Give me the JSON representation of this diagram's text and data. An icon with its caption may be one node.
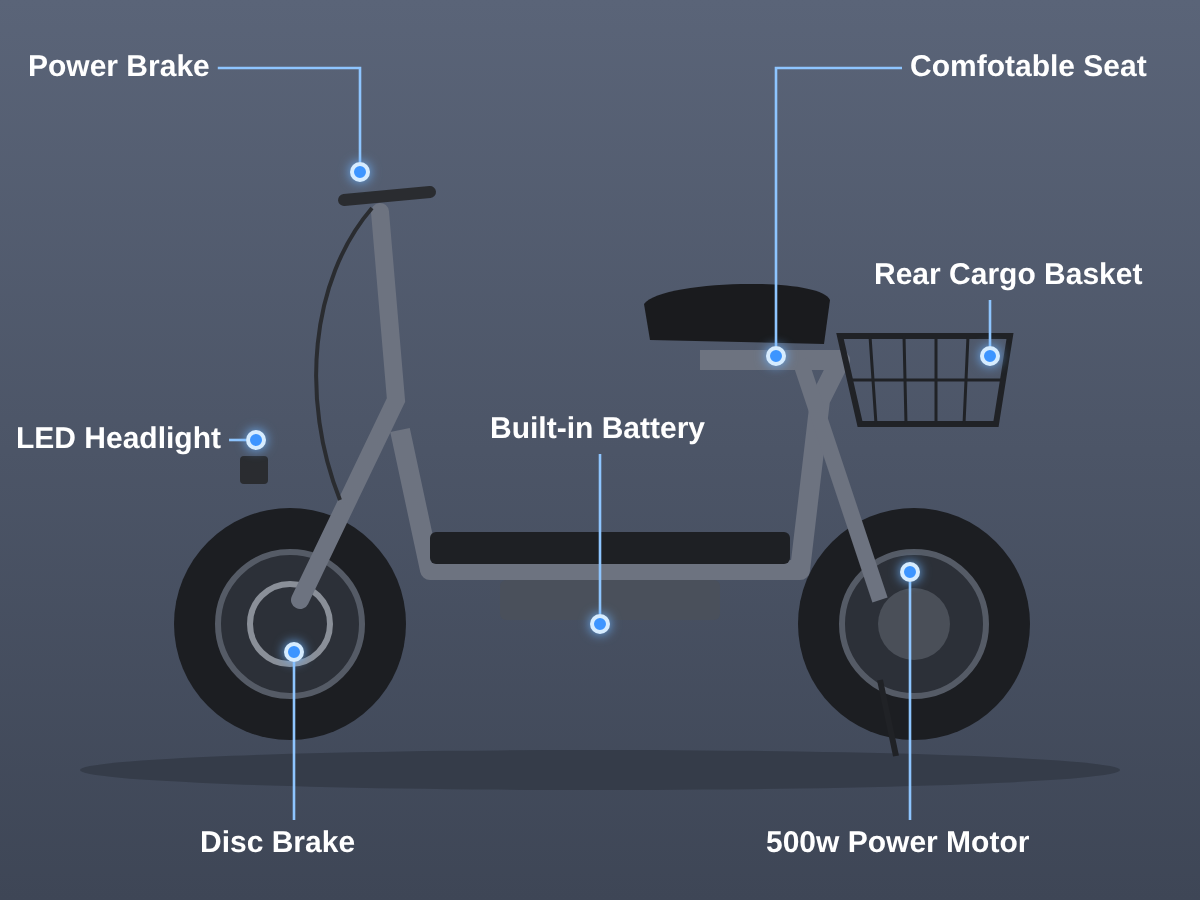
{
  "diagram": {
    "nodes": [
      {
        "text": [
          "Power Brake"
        ]
      },
      {
        "text": [
          "Comfotable Seat"
        ]
      },
      {
        "text": [
          "Rear Cargo Basket"
        ]
      },
      {
        "text": [
          "LED Headlight"
        ]
      },
      {
        "text": [
          "Built-in Battery"
        ]
      },
      {
        "text": [
          "Disc Brake"
        ]
      },
      {
        "text": [
          "500w Power Motor"
        ]
      },
      {
        "text": [],
        "shape": "circle"
      },
      {
        "text": [],
        "shape": "circle"
      },
      {
        "text": [],
        "shape": "circle"
      },
      {
        "text": [],
        "shape": "circle"
      },
      {
        "text": [],
        "shape": "circle"
      },
      {
        "text": [],
        "shape": "circle"
      },
      {
        "text": [],
        "shape": "circle"
      }
    ],
    "edges": [
      {
        "from": 0,
        "to": 7,
        "arrow": "none"
      },
      {
        "from": 1,
        "to": 8,
        "arrow": "none"
      },
      {
        "from": 2,
        "to": 9,
        "arrow": "none"
      },
      {
        "from": 3,
        "to": 10,
        "arrow": "none"
      },
      {
        "from": 4,
        "to": 11,
        "arrow": "none"
      },
      {
        "from": 5,
        "to": 12,
        "arrow": "none"
      },
      {
        "from": 6,
        "to": 13,
        "arrow": "none"
      }
    ]
  }
}
